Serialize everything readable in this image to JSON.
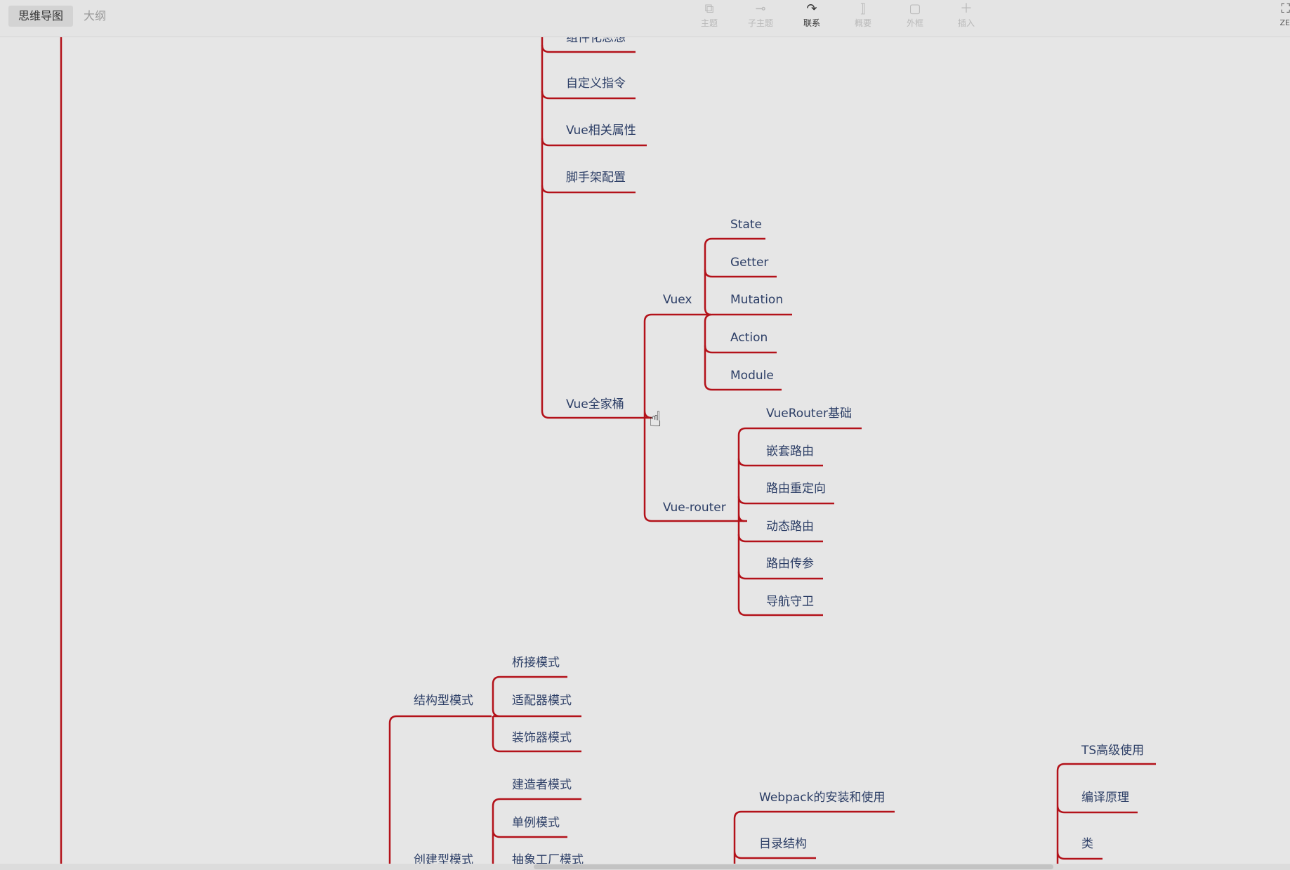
{
  "tabs": {
    "mindmap": "思维导图",
    "outline": "大纲"
  },
  "toolbar": [
    {
      "label": "主题",
      "icon": "topic-icon",
      "active": false
    },
    {
      "label": "子主题",
      "icon": "subtopic-icon",
      "active": false
    },
    {
      "label": "联系",
      "icon": "relationship-icon",
      "active": true
    },
    {
      "label": "概要",
      "icon": "summary-icon",
      "active": false
    },
    {
      "label": "外框",
      "icon": "boundary-icon",
      "active": false
    },
    {
      "label": "插入",
      "icon": "insert-icon",
      "active": false
    }
  ],
  "zen_label": "ZE",
  "colors": {
    "branch": "#b3121a",
    "node_text": "#2c3e66",
    "canvas": "#e6e6e6"
  },
  "nodes": {
    "component": "组件化思想",
    "custom_directive": "自定义指令",
    "vue_props": "Vue相关属性",
    "scaffold": "脚手架配置",
    "vue_family": "Vue全家桶",
    "vuex": "Vuex",
    "state": "State",
    "getter": "Getter",
    "mutation": "Mutation",
    "action": "Action",
    "module": "Module",
    "vue_router": "Vue-router",
    "router_basic": "VueRouter基础",
    "nested_route": "嵌套路由",
    "redirect": "路由重定向",
    "dynamic_route": "动态路由",
    "route_params": "路由传参",
    "nav_guard": "导航守卫",
    "structural": "结构型模式",
    "bridge": "桥接模式",
    "adapter": "适配器模式",
    "decorator": "装饰器模式",
    "creational": "创建型模式",
    "builder": "建造者模式",
    "singleton": "单例模式",
    "abstract_factory": "抽象工厂模式",
    "webpack_install": "Webpack的安装和使用",
    "dir_structure": "目录结构",
    "ts_advanced": "TS高级使用",
    "compile_principle": "编译原理",
    "class": "类"
  }
}
